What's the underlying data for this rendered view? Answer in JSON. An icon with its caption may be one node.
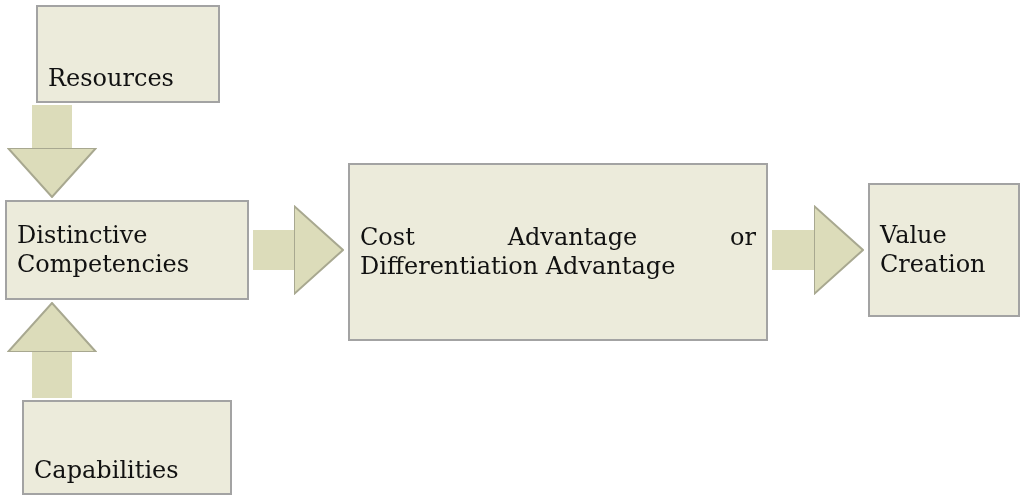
{
  "diagram": {
    "nodes": [
      {
        "text": [
          "Resources"
        ]
      },
      {
        "text": [
          "Distinctive Competencies"
        ]
      },
      {
        "text": [
          "Capabilities"
        ]
      },
      {
        "text": [
          "Cost Advantage or Differentiation Advantage"
        ]
      },
      {
        "text": [
          "Value Creation"
        ]
      }
    ],
    "edges": [
      {
        "from": 0,
        "to": 1,
        "arrow": "to"
      },
      {
        "from": 2,
        "to": 1,
        "arrow": "to"
      },
      {
        "from": 1,
        "to": 3,
        "arrow": "to"
      },
      {
        "from": 3,
        "to": 4,
        "arrow": "to"
      }
    ]
  }
}
